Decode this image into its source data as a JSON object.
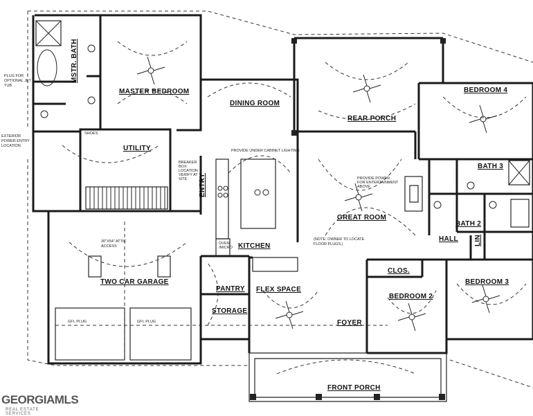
{
  "rooms": {
    "master_bath": "MSTR. BATH",
    "master_bedroom": "MASTER BEDROOM",
    "dining_room": "DINING ROOM",
    "rear_porch": "REAR PORCH",
    "bedroom4": "BEDROOM 4",
    "utility": "UTILITY",
    "bath3": "BATH 3",
    "entry": "ENTRY",
    "great_room": "GREAT ROOM",
    "bath2": "BATH 2",
    "hall": "HALL",
    "lin": "LIN",
    "kitchen": "KITCHEN",
    "two_car_garage": "TWO CAR GARAGE",
    "pantry": "PANTRY",
    "flex_space": "FLEX SPACE",
    "clos": "CLOS.",
    "bedroom2": "BEDROOM 2",
    "bedroom3": "BEDROOM 3",
    "storage": "STORAGE",
    "foyer": "FOYER",
    "front_porch": "FRONT PORCH",
    "shoes": "SHOES"
  },
  "notes": {
    "plug_jet_tub_1": "PLUG FOR",
    "plug_jet_tub_2": "OPTIONAL JET",
    "plug_jet_tub_3": "TUB",
    "ext_power_1": "EXTERIOR",
    "ext_power_2": "POWER ENTRY",
    "ext_power_3": "LOCATION",
    "cabinet_lighting": "PROVIDE UNDER CABINET LIGHTING",
    "breaker_1": "BREAKER",
    "breaker_2": "BOX",
    "breaker_3": "LOCATION",
    "breaker_4": "VERIFY AT",
    "breaker_5": "SITE",
    "ent_power_1": "PROVIDE POWER",
    "ent_power_2": "FOR ENTERTAINMENT",
    "ent_power_3": "ABOVE",
    "floor_plugs_1": "(NOTE: OWNER TO LOCATE",
    "floor_plugs_2": "FLOOR PLUGS.)",
    "attic_1": "30\"X54\" ATTIC",
    "attic_2": "ACCESS",
    "gfi_plug_1": "GFI. PLUG",
    "gfi_plug_2": "GFI. PLUG",
    "oven_1": "OVEN",
    "oven_2": "/MICRO"
  },
  "logo": {
    "main": "GEORGIAMLS",
    "sub": "REAL ESTATE SERVICES"
  }
}
